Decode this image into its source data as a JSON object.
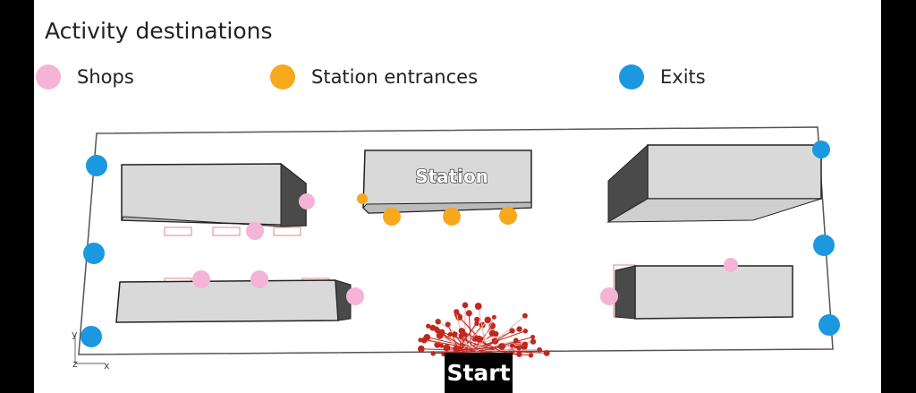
{
  "title": "Activity destinations",
  "legend": [
    {
      "label": "Shops",
      "color": "#f5b3d6"
    },
    {
      "label": "Station entrances",
      "color": "#f7a81b"
    },
    {
      "label": "Exits",
      "color": "#1a98e0"
    }
  ],
  "station_label": "Station",
  "start_label": "Start",
  "axes": {
    "y": "y",
    "z": "z",
    "x": "x"
  },
  "colors": {
    "shop": "#f5b3d6",
    "entrance": "#f7a81b",
    "exit": "#1a98e0",
    "crowd": "#c0281e",
    "building_front": "#d9d9d9",
    "building_side": "#4a4a4a"
  }
}
